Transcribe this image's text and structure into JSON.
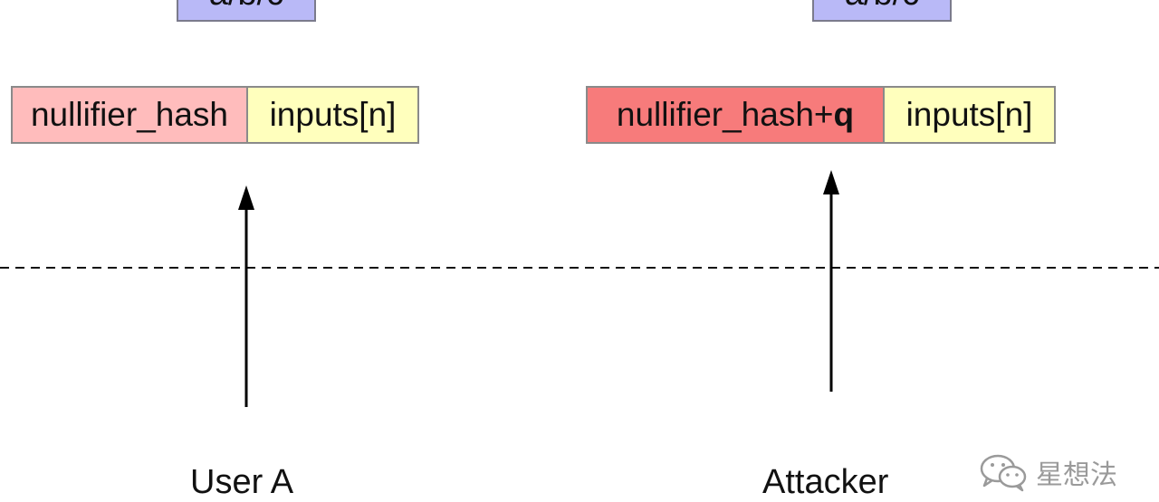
{
  "left": {
    "top_box_label": "a/b/c",
    "nullifier_label": "nullifier_hash",
    "inputs_label": "inputs[n]",
    "actor_label": "User A"
  },
  "right": {
    "top_box_label": "a/b/c",
    "nullifier_label": "nullifier_hash+",
    "nullifier_bold_suffix": "q",
    "inputs_label": "inputs[n]",
    "actor_label": "Attacker"
  },
  "watermark": {
    "text": "星想法",
    "icon": "wechat-icon"
  },
  "colors": {
    "top_box": "#b9b9f7",
    "nullifier_user": "#ffbcbc",
    "nullifier_attacker": "#f77b7b",
    "inputs": "#ffffbd"
  }
}
